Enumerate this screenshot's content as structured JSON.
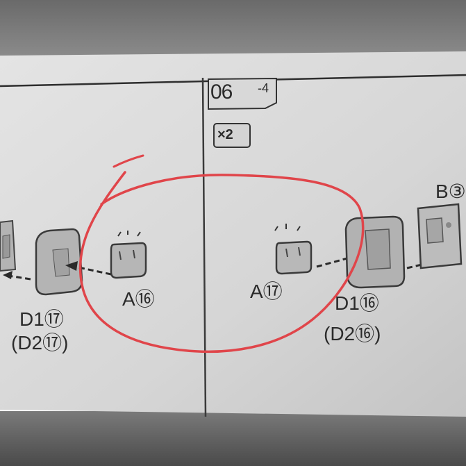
{
  "step": {
    "number": "06",
    "sub": "-4"
  },
  "multiplier": "×2",
  "parts": {
    "left_a": "A⑯",
    "center_a": "A⑰",
    "left_d": "D1⑰",
    "left_d_alt": "(D2⑰)",
    "right_d": "D1⑯",
    "right_d_alt": "(D2⑯)",
    "far_right_b": "B③"
  },
  "colors": {
    "paper_dark": "#5a5a5a",
    "paper_light": "#c8c8c8",
    "part_fill": "#b9b9b9",
    "ink": "#2b2b2b",
    "red_marker": "#e0454a"
  }
}
